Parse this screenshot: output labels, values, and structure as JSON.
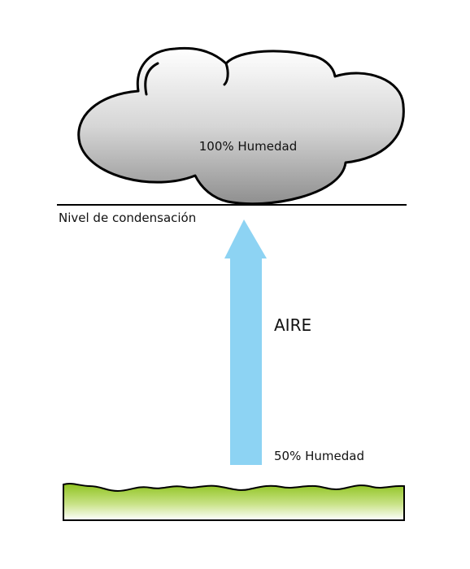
{
  "diagram": {
    "cloud_label": "100% Humedad",
    "condensation_level_label": "Nivel de condensación",
    "air_label": "AIRE",
    "ground_humidity_label": "50% Humedad"
  },
  "colors": {
    "cloud_top": "#ffffff",
    "cloud_bottom": "#8f8f8f",
    "arrow": "#8dd3f3",
    "ground_top": "#8fc31f",
    "ground_bottom": "#ffffff"
  }
}
